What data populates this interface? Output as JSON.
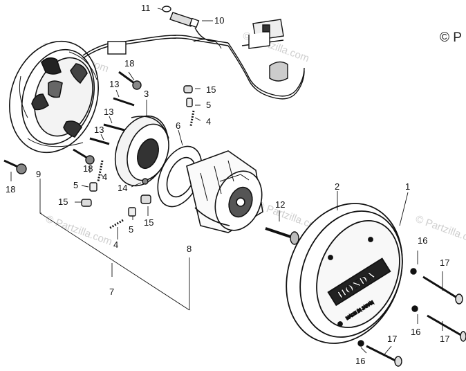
{
  "copyright": "© P",
  "watermark": "© Partzilla.com",
  "cover_brand": "HONDA",
  "cover_small_text": "MADE IN JAPAN",
  "callouts": {
    "c1": "1",
    "c2": "2",
    "c3": "3",
    "c4a": "4",
    "c4b": "4",
    "c4c": "4",
    "c5a": "5",
    "c5b": "5",
    "c5c": "5",
    "c6": "6",
    "c7": "7",
    "c8": "8",
    "c9": "9",
    "c10": "10",
    "c11": "11",
    "c12": "12",
    "c13a": "13",
    "c13b": "13",
    "c13c": "13",
    "c14": "14",
    "c15a": "15",
    "c15b": "15",
    "c15c": "15",
    "c16a": "16",
    "c16b": "16",
    "c16c": "16",
    "c17a": "17",
    "c17b": "17",
    "c17c": "17",
    "c18a": "18",
    "c18b": "18",
    "c18c": "18"
  }
}
